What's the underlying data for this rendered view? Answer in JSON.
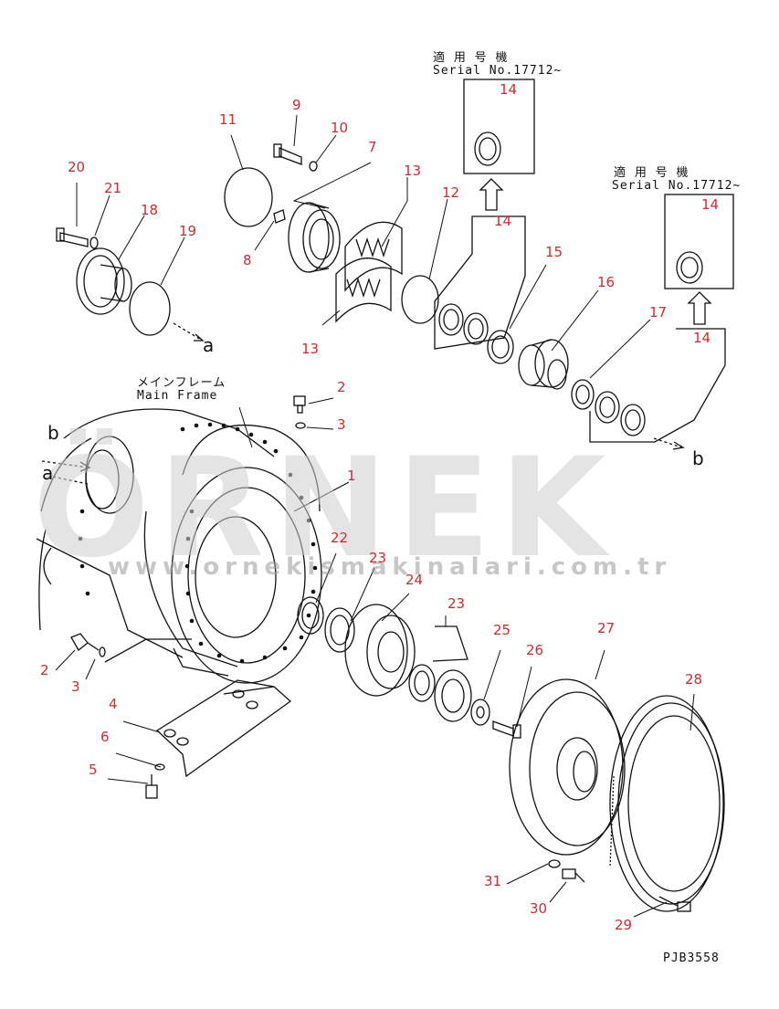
{
  "watermark": {
    "brand": "ÖRNEK",
    "url": "www.ornekismakinalari.com.tr"
  },
  "labels": {
    "main_frame_jp": "メインフレーム",
    "main_frame_en": "Main Frame",
    "serial_jp_1": "適 用 号 機",
    "serial_en_1": "Serial No.17712~",
    "serial_jp_2": "適 用 号 機",
    "serial_en_2": "Serial No.17712~",
    "arrow_a_top": "a",
    "arrow_a_left": "a",
    "arrow_b_left": "b",
    "arrow_b_right": "b",
    "drawing_code": "PJB3558"
  },
  "parts": [
    {
      "num": "1"
    },
    {
      "num": "2"
    },
    {
      "num": "3"
    },
    {
      "num": "2"
    },
    {
      "num": "3"
    },
    {
      "num": "4"
    },
    {
      "num": "5"
    },
    {
      "num": "6"
    },
    {
      "num": "7"
    },
    {
      "num": "8"
    },
    {
      "num": "9"
    },
    {
      "num": "10"
    },
    {
      "num": "11"
    },
    {
      "num": "12"
    },
    {
      "num": "13"
    },
    {
      "num": "13"
    },
    {
      "num": "14"
    },
    {
      "num": "14"
    },
    {
      "num": "14"
    },
    {
      "num": "14"
    },
    {
      "num": "15"
    },
    {
      "num": "16"
    },
    {
      "num": "17"
    },
    {
      "num": "18"
    },
    {
      "num": "19"
    },
    {
      "num": "20"
    },
    {
      "num": "21"
    },
    {
      "num": "22"
    },
    {
      "num": "23"
    },
    {
      "num": "23"
    },
    {
      "num": "24"
    },
    {
      "num": "25"
    },
    {
      "num": "26"
    },
    {
      "num": "27"
    },
    {
      "num": "28"
    },
    {
      "num": "29"
    },
    {
      "num": "30"
    },
    {
      "num": "31"
    }
  ],
  "colors": {
    "callout": "#d22b2b",
    "line": "#111111",
    "watermark": "#cfcfcf"
  }
}
